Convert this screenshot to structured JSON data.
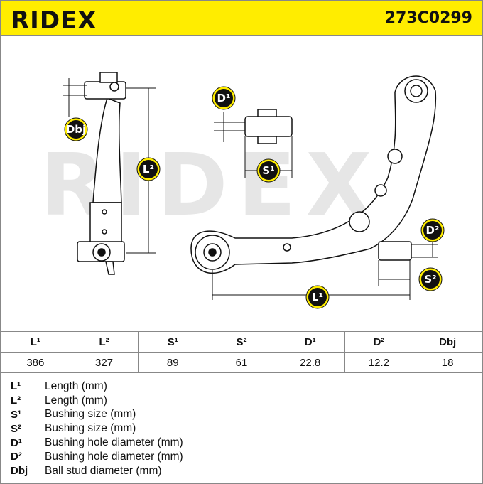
{
  "header": {
    "logo_text": "RIDEX",
    "part_number": "273C0299",
    "background": "#ffed00"
  },
  "drawing": {
    "watermark": "RIDEX",
    "badges": {
      "dbj": "Dbj",
      "l2": "L²",
      "d1": "D¹",
      "s1": "S¹",
      "d2": "D²",
      "s2": "S²",
      "l1": "L¹"
    },
    "badge_fill": "#ffed00"
  },
  "specs": {
    "headers": [
      "L¹",
      "L²",
      "S¹",
      "S²",
      "D¹",
      "D²",
      "Dbj"
    ],
    "values": [
      "386",
      "327",
      "89",
      "61",
      "22.8",
      "12.2",
      "18"
    ]
  },
  "legend": [
    {
      "key": "L¹",
      "text": "Length (mm)"
    },
    {
      "key": "L²",
      "text": "Length (mm)"
    },
    {
      "key": "S¹",
      "text": "Bushing size (mm)"
    },
    {
      "key": "S²",
      "text": "Bushing size (mm)"
    },
    {
      "key": "D¹",
      "text": "Bushing hole diameter (mm)"
    },
    {
      "key": "D²",
      "text": "Bushing hole diameter (mm)"
    },
    {
      "key": "Dbj",
      "text": "Ball stud diameter (mm)"
    }
  ]
}
